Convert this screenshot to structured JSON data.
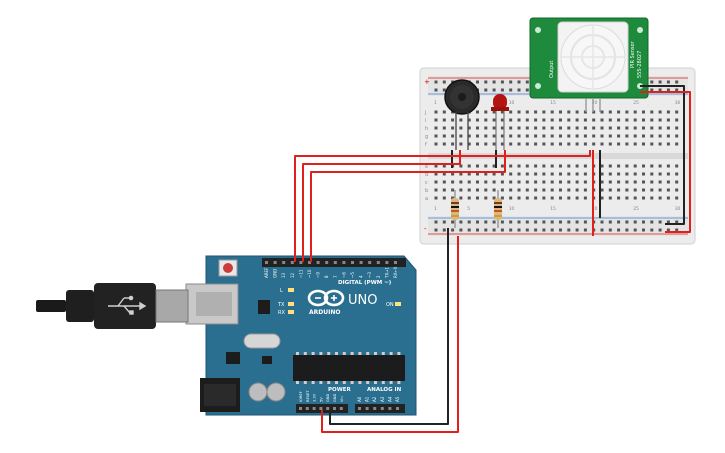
{
  "board": {
    "brand": "ARDUINO",
    "model": "UNO",
    "digital_label": "DIGITAL (PWM ~)",
    "power_label": "POWER",
    "analog_label": "ANALOG IN",
    "on_label": "ON",
    "l_label": "L",
    "tx_label": "TX",
    "rx_label": "RX",
    "header_top_pins": [
      "AREF",
      "GND",
      "13",
      "12",
      "~11",
      "~10",
      "~9",
      "8",
      "7",
      "~6",
      "~5",
      "4",
      "~3",
      "2",
      "TX→1",
      "RX←0"
    ],
    "header_power_pins": [
      "IOREF",
      "RESET",
      "3.3V",
      "5V",
      "GND",
      "GND",
      "Vin"
    ],
    "header_analog_pins": [
      "A0",
      "A1",
      "A2",
      "A3",
      "A4",
      "A5"
    ]
  },
  "breadboard": {
    "row_letters_top": [
      "a",
      "b",
      "c",
      "d",
      "e"
    ],
    "row_letters_bottom": [
      "f",
      "g",
      "h",
      "i",
      "j"
    ],
    "column_numbers": [
      "1",
      "5",
      "10",
      "15",
      "20",
      "25",
      "30"
    ]
  },
  "pir": {
    "label_left": "Output",
    "label_right_1": "PIR Sensor",
    "label_right_2": "555-28027"
  },
  "colors": {
    "wire_red": "#e0201b",
    "wire_black": "#222222",
    "board_teal": "#2a6f8f",
    "pir_green": "#1e8a3c",
    "breadboard_body": "#eeeeee",
    "led_red": "#b3140f"
  }
}
